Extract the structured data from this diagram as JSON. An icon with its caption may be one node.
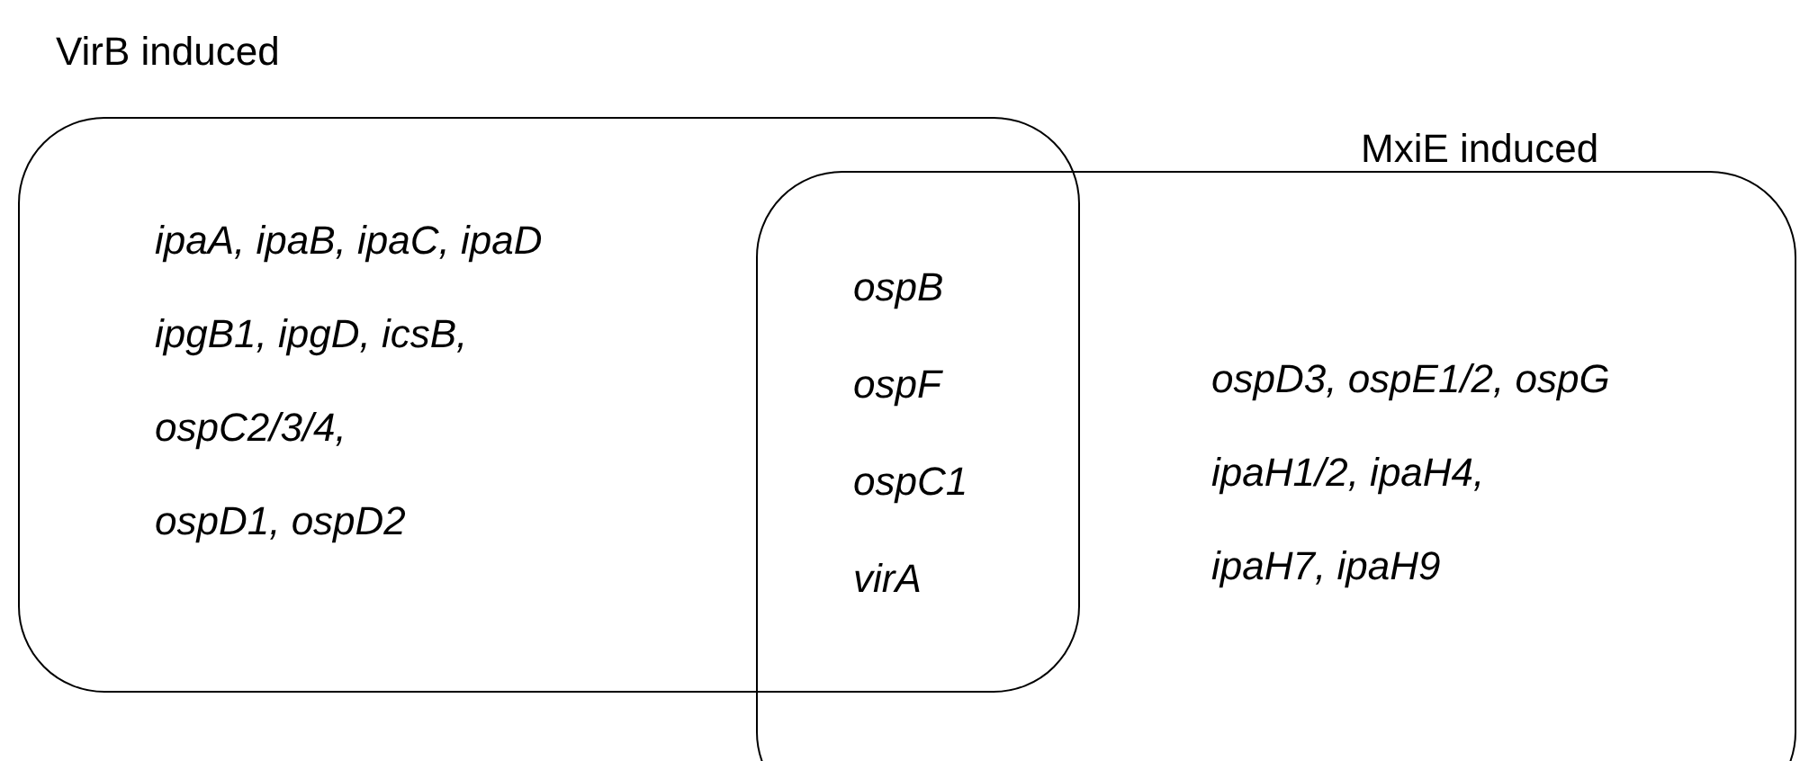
{
  "diagram": {
    "nodes": [
      {
        "text": [
          "VirB induced",
          "ipaA, ipaB, ipaC, ipaD",
          "ipgB1, ipgD, icsB,",
          "ospC2/3/4,",
          "ospD1, ospD2"
        ]
      },
      {
        "text": [
          "MxiE induced",
          "ospD3, ospE1/2, ospG",
          "ipaH1/2, ipaH4,",
          "ipaH7, ipaH9"
        ]
      }
    ],
    "labels": [
      "ospB",
      "ospF",
      "ospC1",
      "virA"
    ]
  }
}
